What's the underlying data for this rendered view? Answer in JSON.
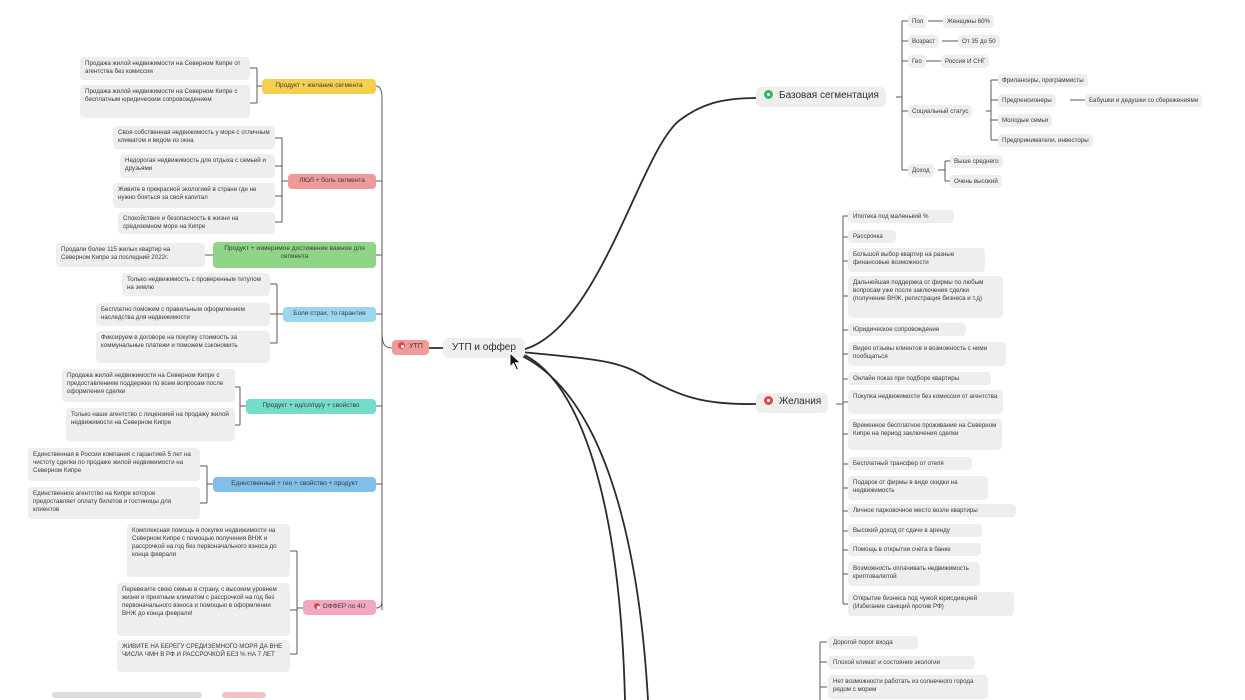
{
  "root": {
    "label": "УТП и оффер"
  },
  "utp": {
    "label": "УТП",
    "groups": [
      {
        "label": "Продукт + желание сегмента",
        "color": "yellow",
        "items": [
          "Продажа жилой недвижимости на Северном Кипре от агентства без комиссии",
          "Продажа жилой недвижимости на Северном Кипре с бесплатным юридическим сопровождением"
        ]
      },
      {
        "label": "ЛЮЛ + боль сегмента",
        "color": "red",
        "items": [
          "Своя собственная недвижимость у моря с отличным климатом и видом из окна",
          "Недорогая недвижимость для отдыха с семьей и друзьями",
          "Живите в прекрасной экологией в стране где не нужно бояться за свой капитал",
          "Спокойствие и безопасность в жизни на средиземном море на Кипре"
        ]
      },
      {
        "label": "Продукт + измеримое достижение важное для сегмента",
        "color": "green",
        "items": [
          "Продали более 115 жилых квартир на Северном Кипре за последний 2022г."
        ]
      },
      {
        "label": "Боли страх, то гарантия",
        "color": "blue",
        "items": [
          "Только недвижимость с проверенным титулом на землю",
          "Бесплатно поможем с правильным оформлением наследства для недвижимости",
          "Фиксируем в договоре на покупку стоимость за коммунальные платежи и поможем сэкономить"
        ]
      },
      {
        "label": "Продукт + ид/сл/пд/у + свойство",
        "color": "teal",
        "items": [
          "Продажа жилой недвижимости на Северном Кипре с предоставлением поддержки по всем вопросам после оформления сделки",
          "Только наше агентство с лицензией на продажу жилой недвижимости на Северном Кипре"
        ]
      },
      {
        "label": "Единственный + гео + свойство + продукт",
        "color": "mblue",
        "items": [
          "Единственная в России компания с гарантией 5 лет на чистоту сделки по продаже жилой недвижимости на Северном Кипре",
          "Единственное агентство на Кипре которое предоставляет оплату билетов и гостиницы для клиентов"
        ]
      },
      {
        "label": "ОФФЕР по 4U",
        "color": "pink",
        "items": [
          "Комплексная помощь в покупке недвижимости на Северном Кипре с помощью получения ВНЖ и рассрочкой на год без первоначального взноса до конца февраля",
          "Перевезите свою семью в страну, с высоким уровнем жизни и приятным климатом с рассрочкой на год без первоначального взноса и помощью в оформлении ВНЖ до конца февраля!",
          "ЖИВИТЕ НА БЕРЕГУ СРЕДИЗЕМНОГО МОРЯ ДА ВНЕ ЧИСЛА ЧМН В РФ И РАССРОЧКОЙ БЕЗ % НА 7 ЛЕТ"
        ]
      }
    ]
  },
  "segmentation": {
    "label": "Базовая сегментация",
    "items": [
      {
        "label": "Пол",
        "values": [
          "Женщины 60%"
        ]
      },
      {
        "label": "Возраст",
        "values": [
          "От 35 до 50"
        ]
      },
      {
        "label": "Гео",
        "values": [
          "Россия И СНГ"
        ]
      },
      {
        "label": "Социальный статус",
        "values": [
          "Фрилансеры, программисты",
          "Предпенсионеры",
          "Молодые семьи",
          "Предприниматели, инвесторы"
        ],
        "extra": "Бабушки и дедушки со сбережениями"
      },
      {
        "label": "Доход",
        "values": [
          "Выше среднего",
          "Очень высокий"
        ]
      }
    ]
  },
  "desires": {
    "label": "Желания",
    "items": [
      "Ипотека под маленький %",
      "Рассрочка",
      "Большой выбор квартир на разные финансовые возможности",
      "Дальнейшая поддержка от фирмы по любым вопросам уже после заключения сделки (получение ВНЖ, регистрация бизнеса и т.д)",
      "Юридическое сопровождение",
      "Видео отзывы клиентов и возможность с ними пообщаться",
      "Онлайн показ при подборе квартиры",
      "Покупка недвижимости без комиссии от агентства",
      "Временное бесплатное проживание на Северном Кипре на период заключения сделки",
      "Бесплатный трансфер от отеля",
      "Подарок от фирмы в виде скидки на недвижимость",
      "Личное парковочное место возле квартиры",
      "Высокий доход от сдачи в аренду",
      "Помощь в открытии счета в банке",
      "Возможность оплачивать недвижимость криптовалютой",
      "Открытие бизнеса под чужой юрисдикцией (Избегание санкций против РФ)"
    ]
  },
  "pains": {
    "items": [
      "Дорогой порог входа",
      "Плохой климат и состояние экологии",
      "Нет возможности работать из солнечного города рядом с морем"
    ]
  },
  "colors": {
    "yellow": "#f6cf4f",
    "red": "#ef9a9a",
    "green": "#8fd487",
    "blue": "#9ad7ee",
    "teal": "#73dccd",
    "mblue": "#7fbfe9",
    "pink": "#f4a7c2",
    "line": "#5a5a5a"
  },
  "icons": {
    "segmentation": "green-circle-icon",
    "desires": "red-circle-icon",
    "cursor": "mouse-pointer-icon"
  }
}
